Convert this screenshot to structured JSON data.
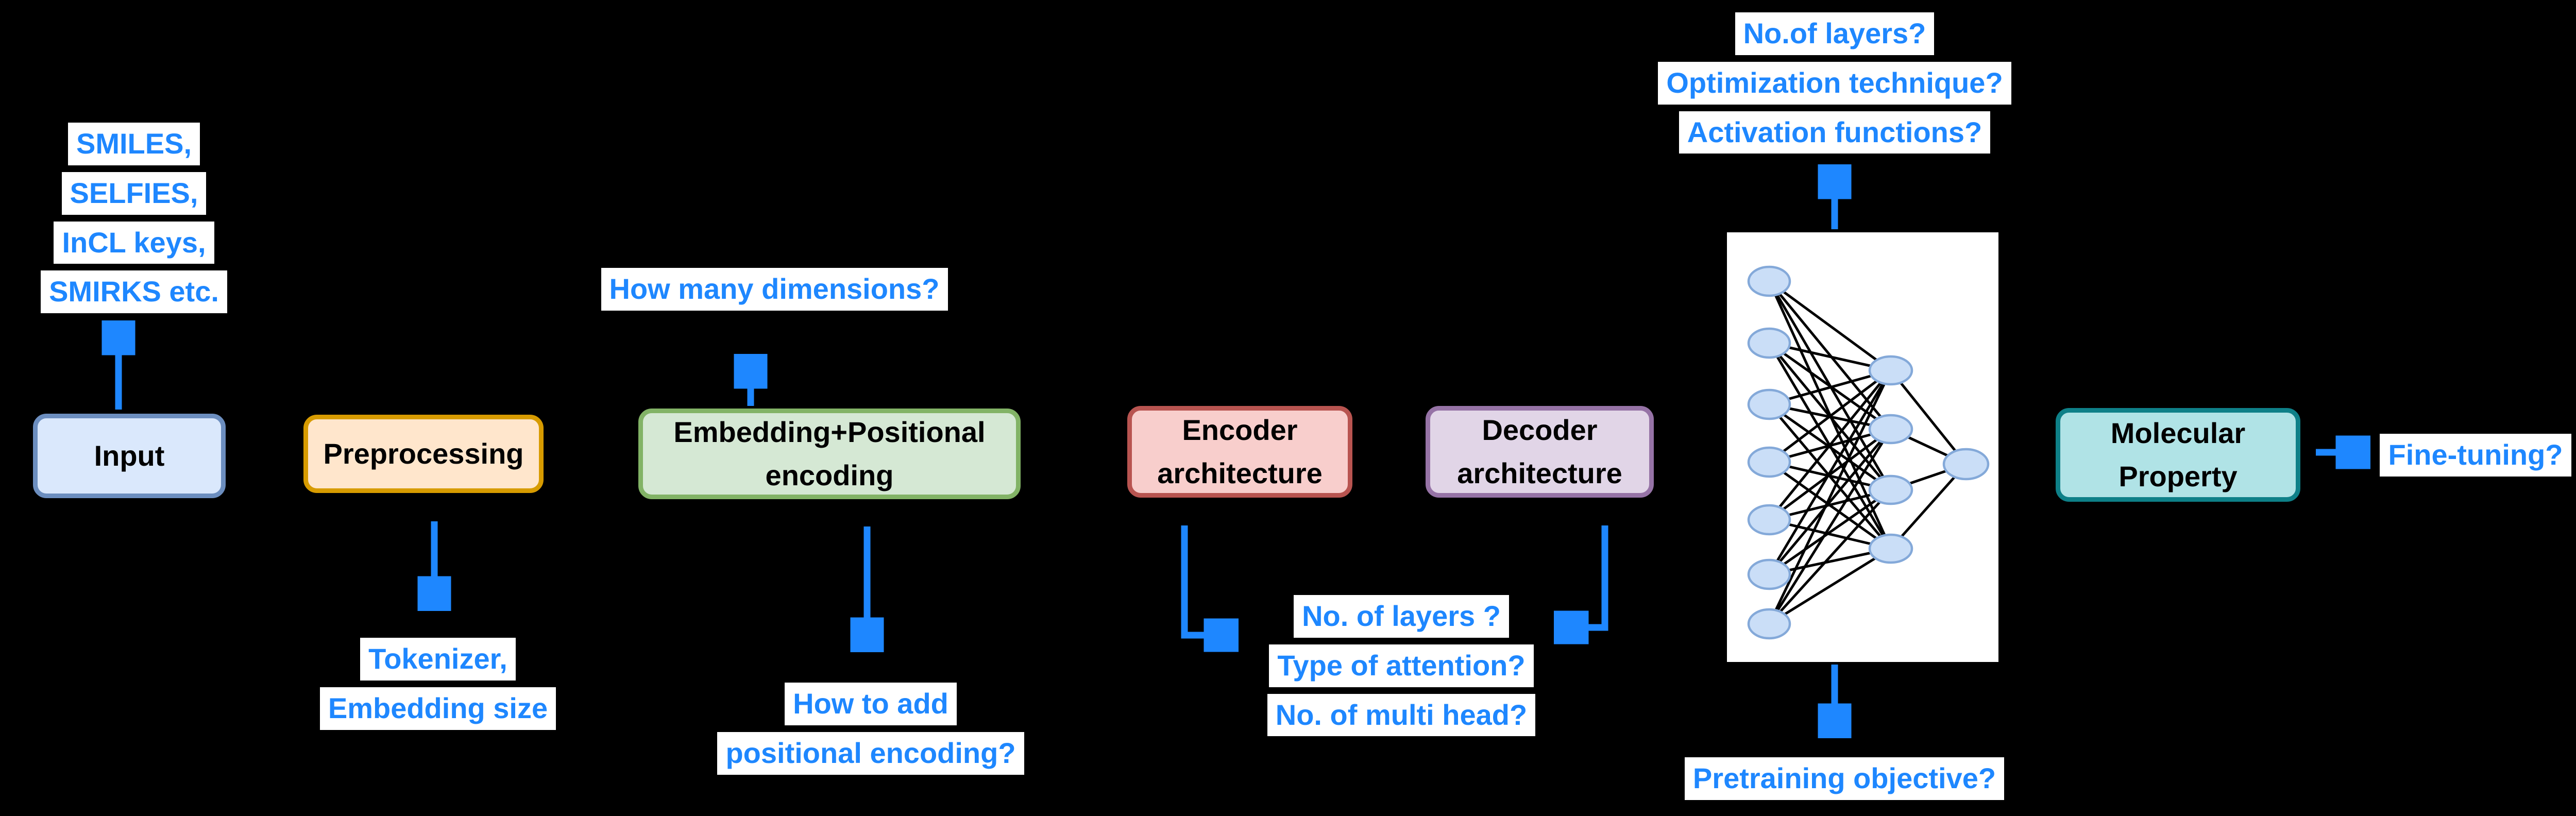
{
  "page": {
    "background": "#000000",
    "accent_blue": "#1e87ff",
    "highlight_bg": "#ffffff"
  },
  "flow": {
    "input_box": {
      "label": "Input",
      "fill": "#dae8fc",
      "border": "#6c8ebf"
    },
    "preprocessing_box": {
      "label": "Preprocessing",
      "fill": "#ffe6cc",
      "border": "#d79b00"
    },
    "embedding_box": {
      "label": "Embedding+Positional\nencoding",
      "fill": "#d5e8d4",
      "border": "#82b366"
    },
    "encoder_box": {
      "label": "Encoder\narchitecture",
      "fill": "#f8cecc",
      "border": "#b85450"
    },
    "decoder_box": {
      "label": "Decoder\narchitecture",
      "fill": "#e1d5e7",
      "border": "#9673a6"
    },
    "molecular_box": {
      "label": "Molecular\nProperty",
      "fill": "#b0e3e6",
      "border": "#0e8088"
    }
  },
  "annotations": {
    "input_formats": {
      "lines": [
        "SMILES,",
        "SELFIES,",
        "InCL keys,",
        "SMIRKS etc."
      ]
    },
    "preprocessing": {
      "lines": [
        "Tokenizer,",
        "Embedding size"
      ]
    },
    "embedding_top": {
      "lines": [
        "How many dimensions?"
      ]
    },
    "embedding_bottom": {
      "lines": [
        "How to add",
        "positional encoding?"
      ]
    },
    "encoder_decoder": {
      "lines": [
        "No. of layers ?",
        "Type of attention?",
        "No. of multi head?"
      ]
    },
    "network_top": {
      "lines": [
        "No.of layers?",
        "Optimization technique?",
        "Activation functions?"
      ]
    },
    "network_bottom": {
      "lines": [
        "Pretraining objective?"
      ]
    },
    "finetuning": {
      "lines": [
        "Fine-tuning?"
      ]
    }
  },
  "network_figure": {
    "panel_bg": "#ffffff",
    "node_fill": "#cadef7",
    "node_border": "#84a9d9",
    "edge_color": "#000000",
    "layers": [
      7,
      4,
      1
    ]
  }
}
